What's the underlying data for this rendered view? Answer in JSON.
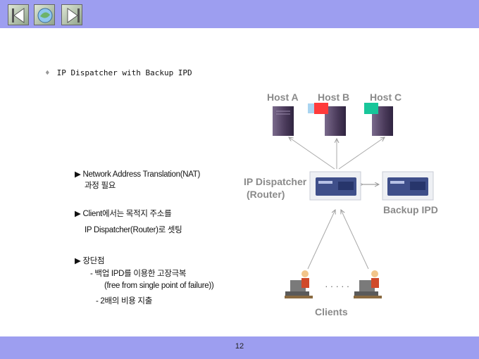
{
  "nav": {
    "icons": [
      "prev-icon",
      "home-icon",
      "next-icon"
    ]
  },
  "slide": {
    "heading_bullet": "♦",
    "heading": "IP Dispatcher with Backup IPD",
    "points": [
      {
        "marker": "▶",
        "line1": "Network Address Translation(NAT)",
        "line2": "과정 필요"
      },
      {
        "marker": "▶",
        "line1": "Client에서는 목적지 주소를",
        "line2": "IP Dispatcher(Router)로 셋팅"
      },
      {
        "marker": "▶",
        "line1": "장단점",
        "sub1": "-  백업 IPD를 이용한 고장극복",
        "sub1b": "(free from single point of failure))",
        "sub2": "- 2배의 비용 지출"
      }
    ]
  },
  "diagram": {
    "host_a": "Host A",
    "host_b": "Host B",
    "host_c": "Host C",
    "dispatcher_line1": "IP Dispatcher",
    "dispatcher_line2": "(Router)",
    "backup": "Backup IPD",
    "clients": "Clients",
    "dots": "·····",
    "colors": {
      "flag_red": "#ff3b3b",
      "flag_lightblue": "#a9d4f0",
      "flag_green": "#18c69a",
      "server": "#5a4a6a",
      "router": "#3f4f8a"
    }
  },
  "footer": {
    "page_number": "12"
  }
}
